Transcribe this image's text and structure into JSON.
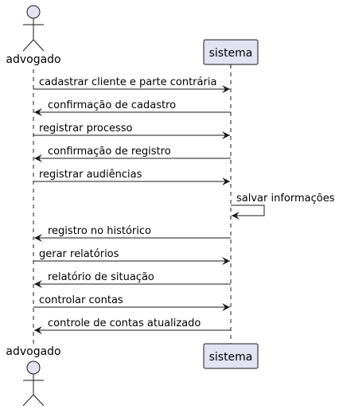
{
  "participants": {
    "actor": {
      "name": "advogado",
      "type": "actor"
    },
    "system": {
      "name": "sistema",
      "type": "participant"
    }
  },
  "colors": {
    "participant_fill": "#e2e2f0",
    "participant_stroke": "#181818",
    "lifeline": "#181818",
    "arrow": "#181818"
  },
  "messages": [
    {
      "from": "advogado",
      "to": "sistema",
      "text": "cadastrar cliente e parte contrária"
    },
    {
      "from": "sistema",
      "to": "advogado",
      "text": "confirmação de cadastro"
    },
    {
      "from": "advogado",
      "to": "sistema",
      "text": "registrar processo"
    },
    {
      "from": "sistema",
      "to": "advogado",
      "text": "confirmação de registro"
    },
    {
      "from": "advogado",
      "to": "sistema",
      "text": "registrar audiências"
    },
    {
      "from": "sistema",
      "to": "sistema",
      "text": "salvar informações"
    },
    {
      "from": "sistema",
      "to": "advogado",
      "text": "registro no histórico"
    },
    {
      "from": "advogado",
      "to": "sistema",
      "text": "gerar relatórios"
    },
    {
      "from": "sistema",
      "to": "advogado",
      "text": "relatório de situação"
    },
    {
      "from": "advogado",
      "to": "sistema",
      "text": "controlar contas"
    },
    {
      "from": "sistema",
      "to": "advogado",
      "text": "controle de contas atualizado"
    }
  ]
}
